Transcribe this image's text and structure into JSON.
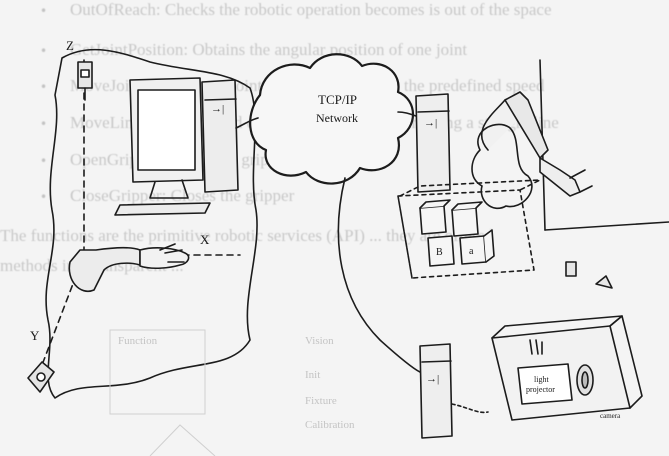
{
  "background_text": {
    "lines": [
      "OutOfReach: Checks the robotic operation becomes is out of the space",
      "GetJointPosition: Obtains the angular position of one joint",
      "MoveJoint: Moves one joint to a new position at the predefined speed",
      "MoveLin: Moves the end effector to a new position along a straight line",
      "OpenGripper: Opens the gripper",
      "CloseGripper: Closes the gripper",
      "The functions are the primitive robotic services (API) ... they are offered",
      "methods in a transparent ..."
    ]
  },
  "diagram": {
    "network_label_line1": "TCP/IP",
    "network_label_line2": "Network",
    "computer_label": "→|",
    "axis_z": "Z",
    "axis_x": "X",
    "axis_y": "Y",
    "cube1_label": "B",
    "cube2_label": "a",
    "camera_label": "camera",
    "projector_label_line1": "light",
    "projector_label_line2": "projector",
    "faint_table": {
      "col1": "Function",
      "col2": "Vision",
      "r1": "Init",
      "r2": "Fixture",
      "r3": "Calibration"
    }
  }
}
